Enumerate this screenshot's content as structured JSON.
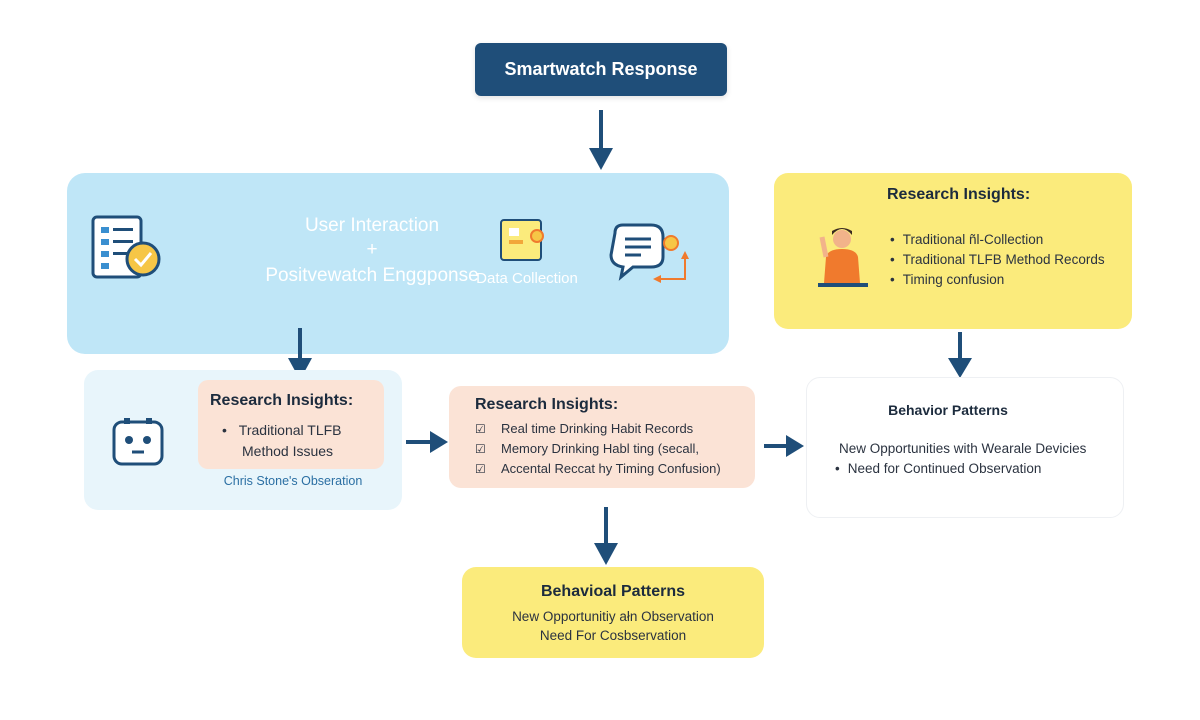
{
  "top_node": {
    "label": "Smartwatch Response"
  },
  "interaction_panel": {
    "title_line1": "User Interaction",
    "plus": "+",
    "title_line2": "Positvewatch Enggponse",
    "data_collection": "Data Collection",
    "icons": [
      "checklist-icon",
      "sticky-note-icon",
      "chat-bubble-icon"
    ]
  },
  "insights_yellow": {
    "title": "Research Insights:",
    "items": [
      "Traditional ñl-Collection",
      "Traditional TLFB Method Records",
      "Timing confusion"
    ],
    "icon": "person-raising-hand-icon"
  },
  "left_box": {
    "title": "Research Insights:",
    "bullet": "•",
    "line1": "Traditional TLFB",
    "line2": "Method Issues",
    "caption": "Chris Stone's Obseration",
    "icon": "robot-face-icon"
  },
  "center_insights": {
    "title": "Research Insights:",
    "items": [
      "Real time Drinking Habit Records",
      "Memory Drinking Habl ting (secall,",
      "Accental Reccat hy Timing Confusion)"
    ]
  },
  "behavior_card": {
    "title": "Behavior Patterns",
    "line1": "New Opportunities with Wearale Devicies",
    "line2": "Need for Continued Observation"
  },
  "bottom_box": {
    "title": "Behavioal Patterns",
    "line1": "New Opportunitiy ałn Observation",
    "line2": "Need For Cosbservation"
  },
  "colors": {
    "navy": "#1f4e79",
    "light_blue": "#bfe6f7",
    "yellow": "#fbeb7c",
    "peach": "#fbe3d6",
    "orange": "#f07a2d"
  }
}
